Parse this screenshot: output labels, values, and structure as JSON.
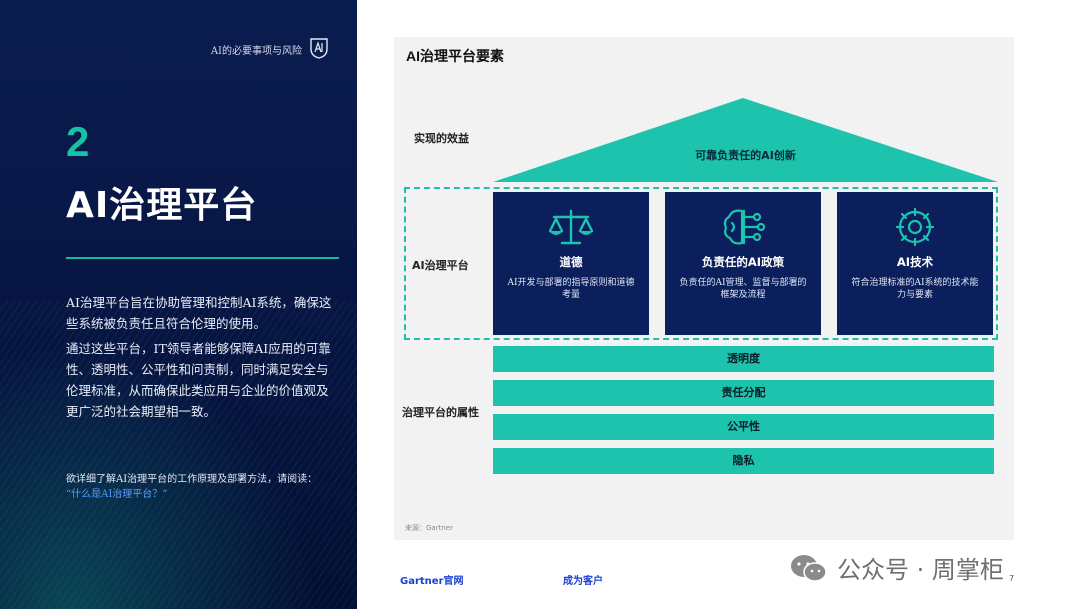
{
  "left": {
    "doc_title": "AI的必要事项与风险",
    "section_number": "2",
    "section_title": "AI治理平台",
    "paragraph1": "AI治理平台旨在协助管理和控制AI系统，确保这些系统被负责任且符合伦理的使用。",
    "paragraph2": "通过这些平台，IT领导者能够保障AI应用的可靠性、透明性、公平性和问责制，同时满足安全与伦理标准，从而确保此类应用与企业的价值观及更广泛的社会期望相一致。",
    "read_more": "欲详细了解AI治理平台的工作原理及部署方法，请阅读：",
    "read_more_link": "“什么是AI治理平台？”",
    "logo_icon": "shield-logo-icon"
  },
  "diagram": {
    "title": "AI治理平台要素",
    "row_labels": {
      "benefit": "实现的效益",
      "platform": "AI治理平台",
      "attributes": "治理平台的属性"
    },
    "roof_text": "可靠负责任的AI创新",
    "pillars": [
      {
        "icon": "balance-scale-icon",
        "title": "道德",
        "desc": "AI开发与部署的指导原则和道德考量"
      },
      {
        "icon": "brain-circuit-icon",
        "title": "负责任的AI政策",
        "desc": "负责任的AI管理、监督与部署的框架及流程"
      },
      {
        "icon": "gear-circuit-icon",
        "title": "AI技术",
        "desc": "符合治理标准的AI系统的技术能力与要素"
      }
    ],
    "attributes": [
      "透明度",
      "责任分配",
      "公平性",
      "隐私"
    ],
    "source": "来源：Gartner"
  },
  "footer": {
    "link1": "Gartner官网",
    "link2": "成为客户",
    "watermark": "公众号 · 周掌柜",
    "page_number": "7"
  },
  "colors": {
    "navy": "#0b1f5c",
    "teal": "#1ec3ad",
    "accent_number": "#14c3a6",
    "link_blue": "#1a3fd6"
  }
}
